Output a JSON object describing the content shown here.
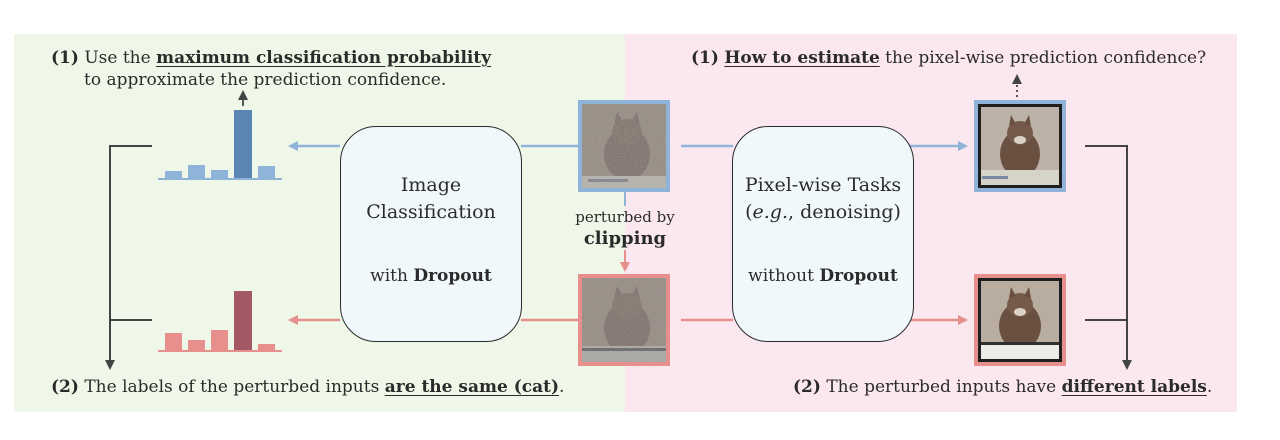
{
  "left_panel": {
    "step1_prefix": "(1)",
    "step1_text_a": "Use the",
    "step1_emph": "maximum classification  probability",
    "step1_text_b": "to approximate the prediction confidence.",
    "step2_prefix": "(2)",
    "step2_text": "The labels of the perturbed inputs",
    "step2_emph": "are the same (cat)",
    "step2_end": ".",
    "model_box": {
      "title_line1": "Image",
      "title_line2": "Classification",
      "sub_prefix": "with",
      "sub_emph": "Dropout"
    }
  },
  "right_panel": {
    "step1_prefix": "(1)",
    "step1_emph": "How to estimate",
    "step1_text": "the pixel-wise prediction confidence?",
    "step2_prefix": "(2)",
    "step2_text": "The perturbed inputs have",
    "step2_emph": "different labels",
    "step2_end": ".",
    "model_box": {
      "title_line1": "Pixel-wise Tasks",
      "title_line2_open": "(",
      "title_line2_italic": "e.g.",
      "title_line2_rest": ", denoising)",
      "sub_prefix": "without",
      "sub_emph": "Dropout"
    }
  },
  "middle": {
    "label_line1": "perturbed by",
    "label_line2": "clipping"
  },
  "colors": {
    "blue": "#8fb3d9",
    "blue_dark": "#5b86b4",
    "red": "#e78f8c",
    "red_dark": "#a35863",
    "left_bg": "#eff7e8",
    "right_bg": "#fbe7ef"
  },
  "icons": {
    "cat_input": "cat-photo-icon",
    "cat_output": "cat-photo-icon"
  }
}
